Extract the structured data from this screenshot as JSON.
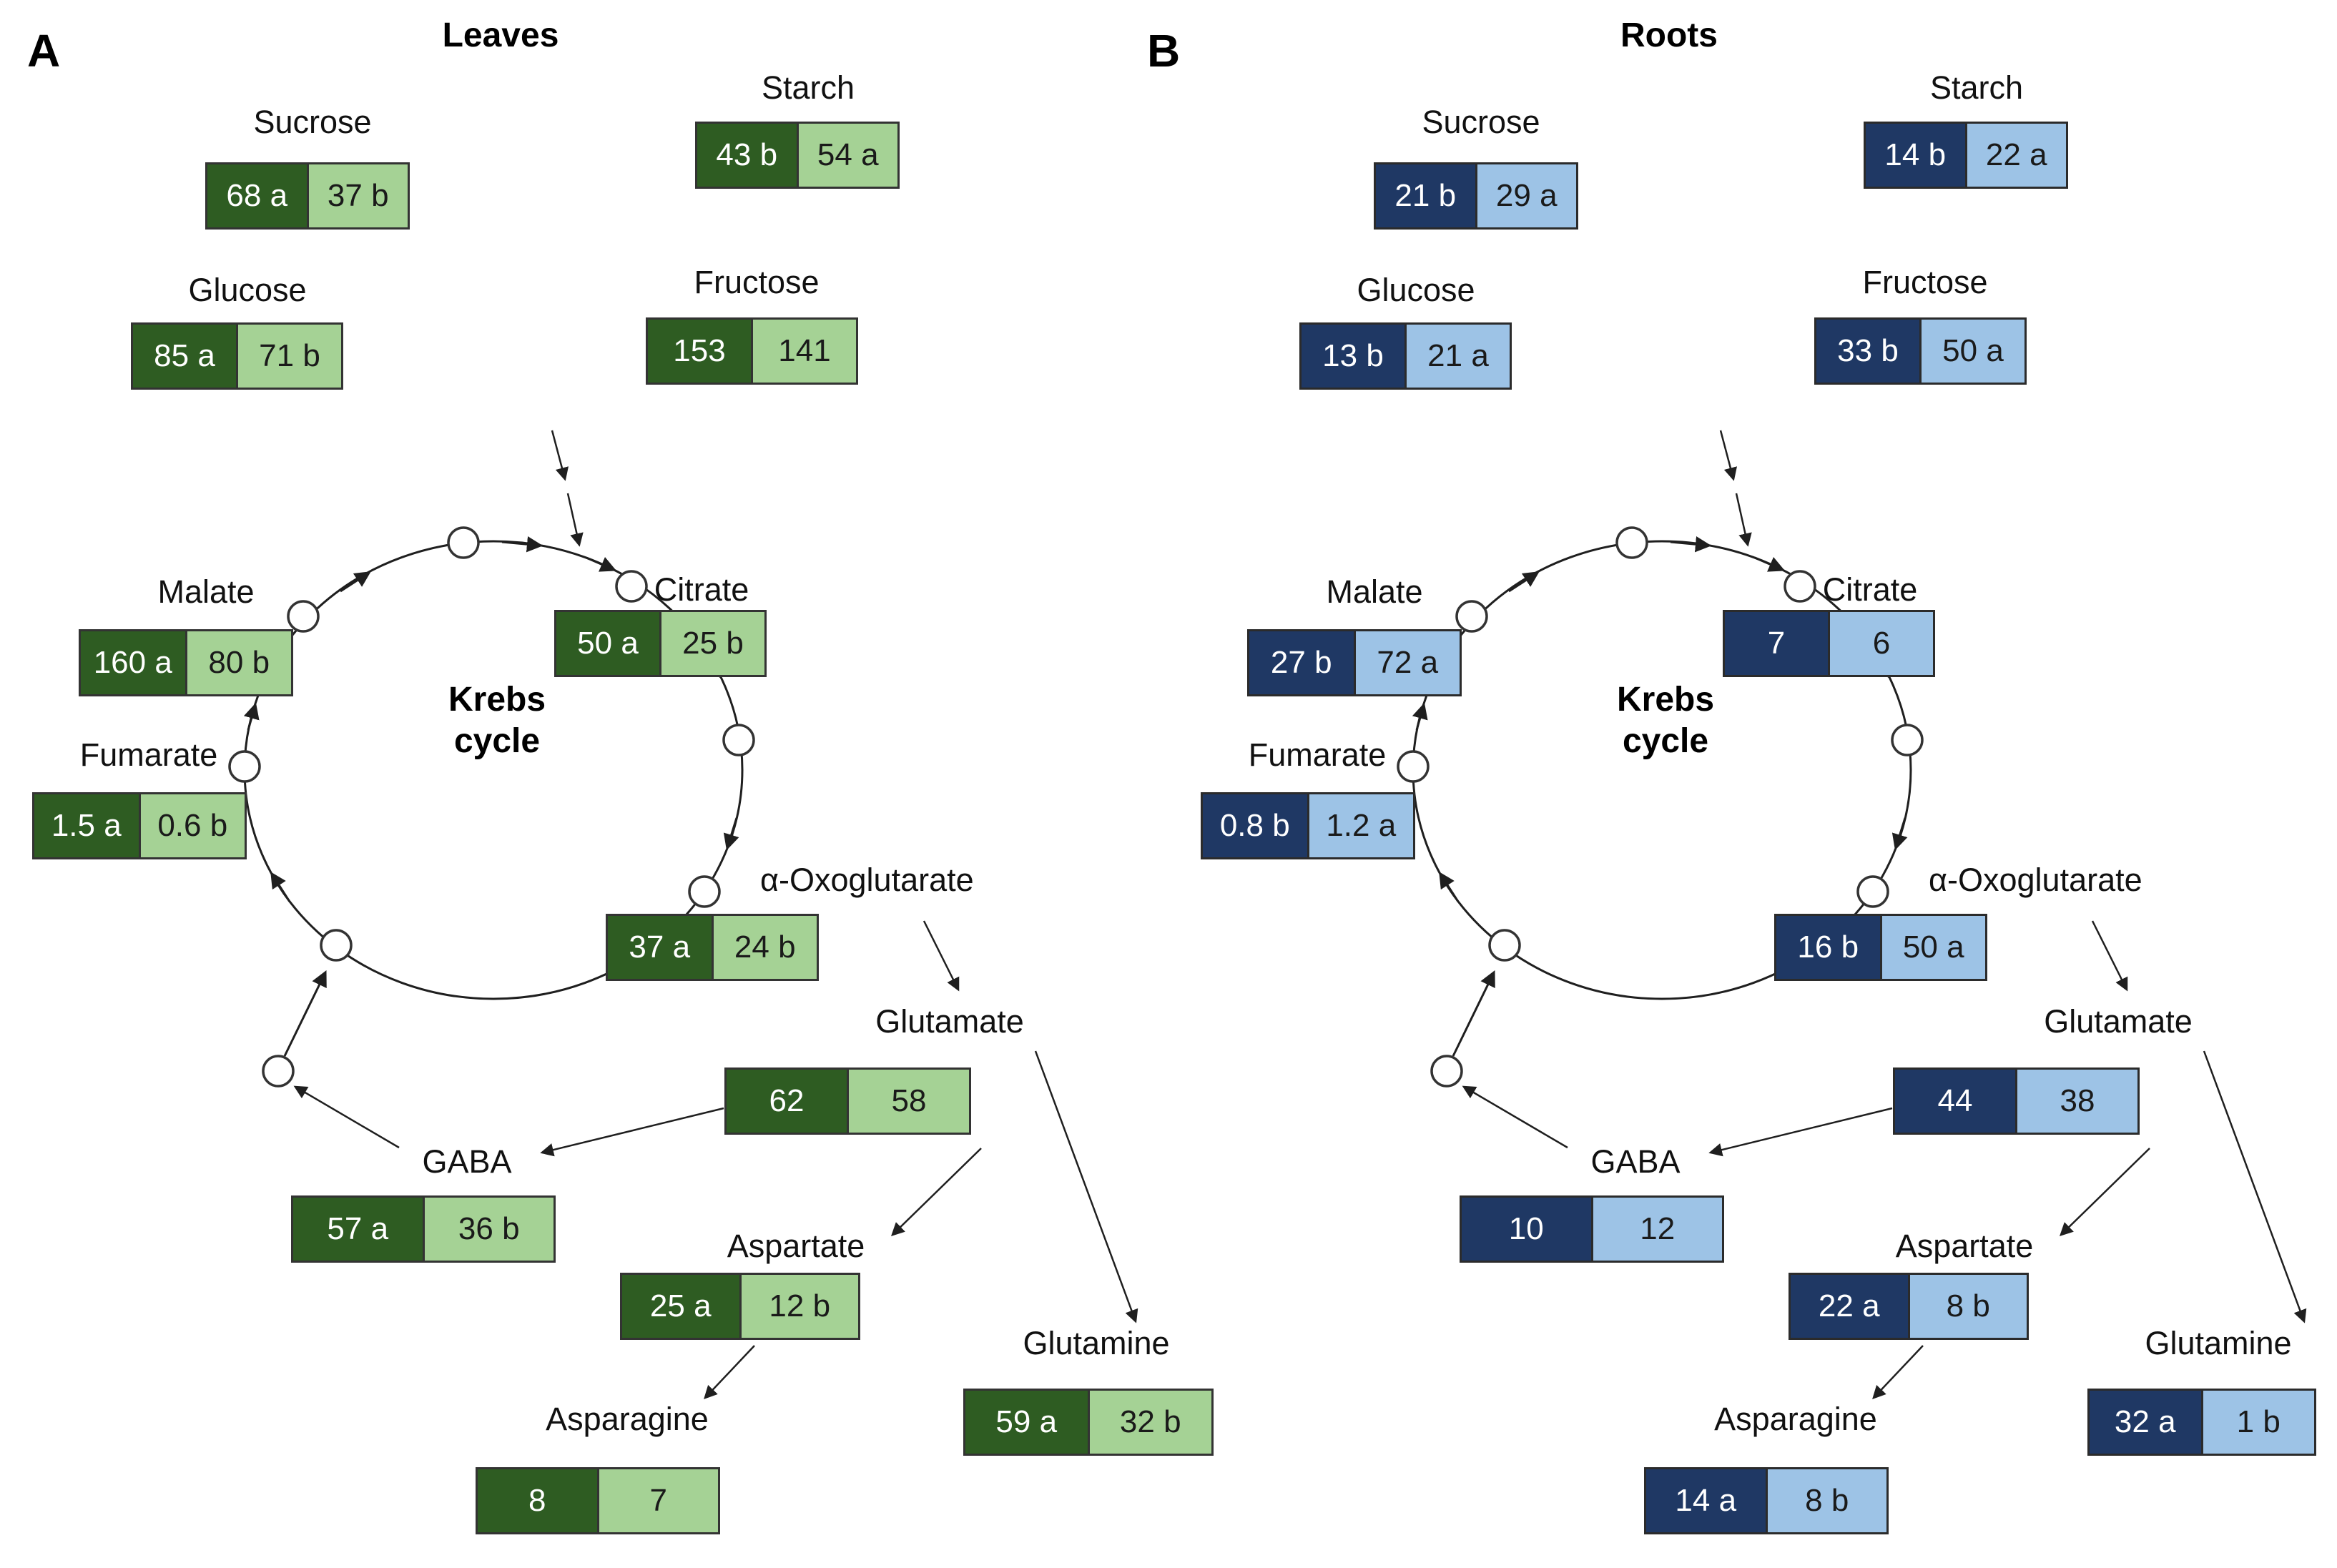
{
  "figure": {
    "background": "#ffffff",
    "panels": [
      {
        "letter": "A",
        "title": "Leaves",
        "cycle_label": {
          "line1": "Krebs",
          "line2": "cycle"
        },
        "colors": {
          "dark_fill": "#2E5C22",
          "light_fill": "#A5D295",
          "dark_text": "#ffffff",
          "light_text": "#1a1a1a",
          "box_border": "#333333"
        },
        "metabolites": {
          "sucrose": {
            "label": "Sucrose",
            "dark": "68 a",
            "light": "37 b"
          },
          "starch": {
            "label": "Starch",
            "dark": "43 b",
            "light": "54 a"
          },
          "glucose": {
            "label": "Glucose",
            "dark": "85 a",
            "light": "71 b"
          },
          "fructose": {
            "label": "Fructose",
            "dark": "153",
            "light": "141"
          },
          "malate": {
            "label": "Malate",
            "dark": "160 a",
            "light": "80 b"
          },
          "citrate": {
            "label": "Citrate",
            "dark": "50 a",
            "light": "25 b"
          },
          "fumarate": {
            "label": "Fumarate",
            "dark": "1.5 a",
            "light": "0.6 b"
          },
          "oxoglutarate": {
            "label": "α-Oxoglutarate",
            "dark": "37 a",
            "light": "24 b"
          },
          "glutamate": {
            "label": "Glutamate",
            "dark": "62",
            "light": "58"
          },
          "gaba": {
            "label": "GABA",
            "dark": "57 a",
            "light": "36 b"
          },
          "aspartate": {
            "label": "Aspartate",
            "dark": "25 a",
            "light": "12 b"
          },
          "asparagine": {
            "label": "Asparagine",
            "dark": "8",
            "light": "7"
          },
          "glutamine": {
            "label": "Glutamine",
            "dark": "59 a",
            "light": "32 b"
          }
        }
      },
      {
        "letter": "B",
        "title": "Roots",
        "cycle_label": {
          "line1": "Krebs",
          "line2": "cycle"
        },
        "colors": {
          "dark_fill": "#1F3864",
          "light_fill": "#9DC3E6",
          "dark_text": "#ffffff",
          "light_text": "#1a1a1a",
          "box_border": "#2b2b2b"
        },
        "metabolites": {
          "sucrose": {
            "label": "Sucrose",
            "dark": "21 b",
            "light": "29 a"
          },
          "starch": {
            "label": "Starch",
            "dark": "14 b",
            "light": "22 a"
          },
          "glucose": {
            "label": "Glucose",
            "dark": "13 b",
            "light": "21 a"
          },
          "fructose": {
            "label": "Fructose",
            "dark": "33 b",
            "light": "50 a"
          },
          "malate": {
            "label": "Malate",
            "dark": "27 b",
            "light": "72 a"
          },
          "citrate": {
            "label": "Citrate",
            "dark": "7",
            "light": "6"
          },
          "fumarate": {
            "label": "Fumarate",
            "dark": "0.8 b",
            "light": "1.2 a"
          },
          "oxoglutarate": {
            "label": "α-Oxoglutarate",
            "dark": "16 b",
            "light": "50 a"
          },
          "glutamate": {
            "label": "Glutamate",
            "dark": "44",
            "light": "38"
          },
          "gaba": {
            "label": "GABA",
            "dark": "10",
            "light": "12"
          },
          "aspartate": {
            "label": "Aspartate",
            "dark": "22 a",
            "light": "8 b"
          },
          "asparagine": {
            "label": "Asparagine",
            "dark": "14 a",
            "light": "8 b"
          },
          "glutamine": {
            "label": "Glutamine",
            "dark": "32 a",
            "light": "1 b"
          }
        }
      }
    ]
  }
}
